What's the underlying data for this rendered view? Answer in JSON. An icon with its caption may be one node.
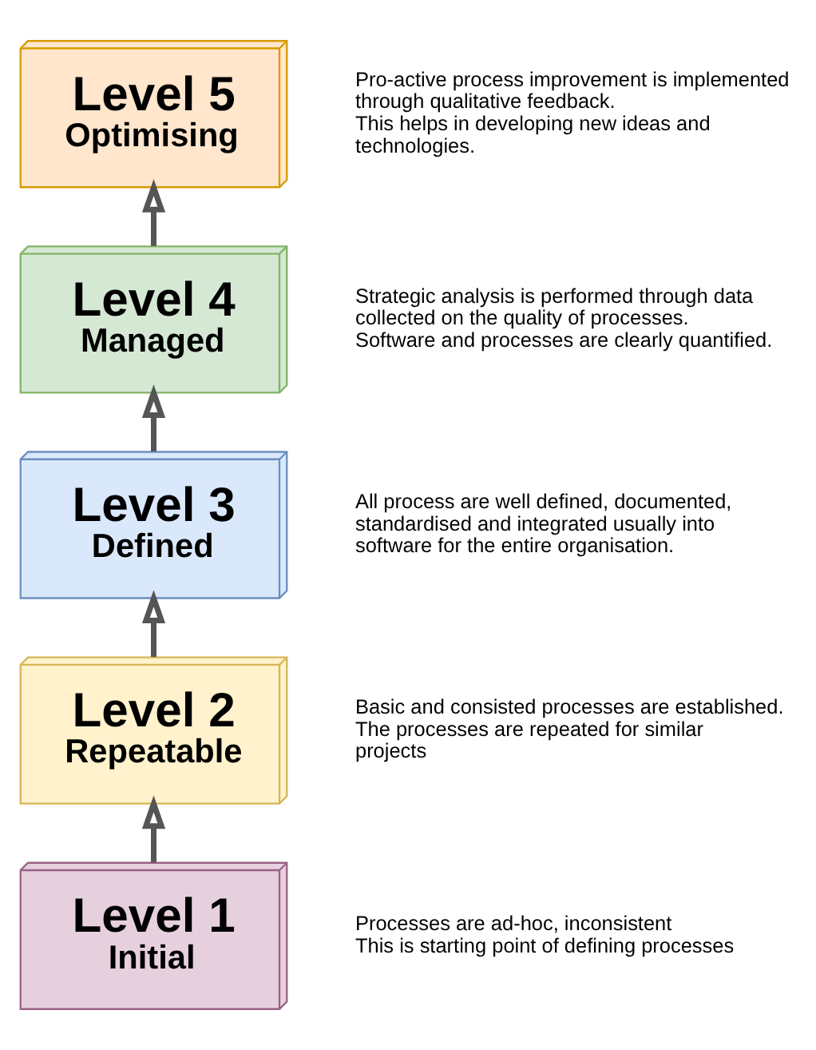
{
  "diagram": {
    "nodes": [
      {
        "text": [
          "Level 5",
          "Optimising"
        ],
        "beside": [
          "Pro-active process improvement is implemented through qualitative feedback.",
          "This helps in developing new ideas and technologies."
        ]
      },
      {
        "text": [
          "Level 4",
          "Managed"
        ],
        "beside": [
          "Strategic analysis is performed through data collected on the quality of processes.",
          "Software and processes are clearly quantified."
        ]
      },
      {
        "text": [
          "Level 3",
          "Defined"
        ],
        "beside": [
          "All process are well defined, documented, standardised and integrated usually into software for the entire organisation."
        ]
      },
      {
        "text": [
          "Level 2",
          "Repeatable"
        ],
        "beside": [
          "Basic and consisted processes are established.",
          "The processes are repeated for similar projects"
        ]
      },
      {
        "text": [
          "Level 1",
          "Initial"
        ],
        "beside": [
          "Processes are ad-hoc, inconsistent",
          "This is starting point of defining processes"
        ]
      }
    ],
    "edges": [
      {
        "from": 4,
        "to": 3,
        "arrow": "to"
      },
      {
        "from": 3,
        "to": 2,
        "arrow": "to"
      },
      {
        "from": 2,
        "to": 1,
        "arrow": "to"
      },
      {
        "from": 1,
        "to": 0,
        "arrow": "to"
      }
    ]
  }
}
